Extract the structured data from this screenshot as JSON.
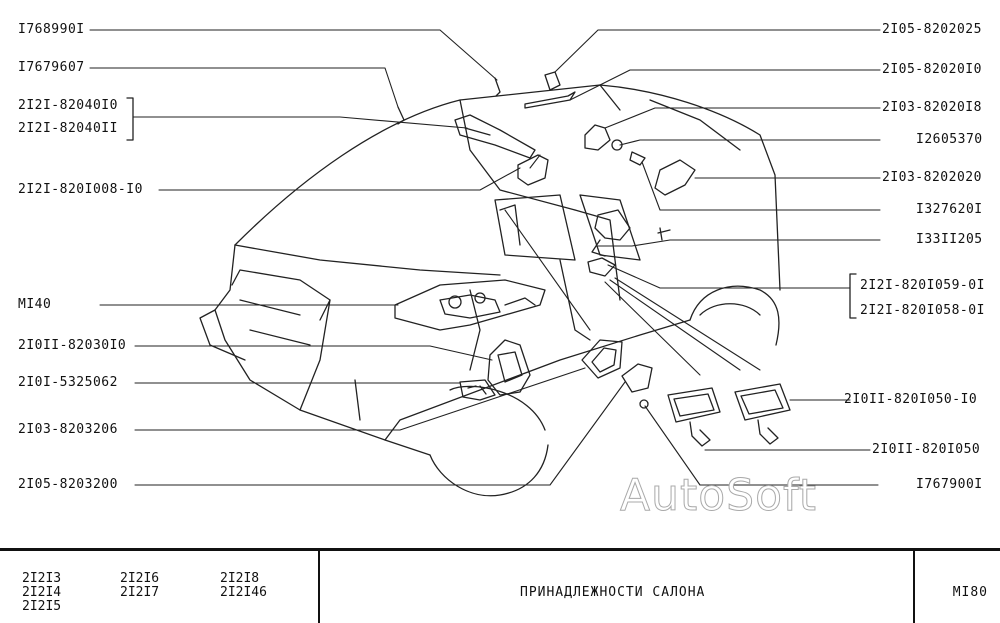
{
  "callouts_left": [
    {
      "id": "l1",
      "text": "I768990I"
    },
    {
      "id": "l2",
      "text": "I7679607"
    },
    {
      "id": "l3",
      "text": "2I2I-82040I0"
    },
    {
      "id": "l4",
      "text": "2I2I-82040II"
    },
    {
      "id": "l5",
      "text": "2I2I-820I008-I0"
    },
    {
      "id": "l6",
      "text": "MI40"
    },
    {
      "id": "l7",
      "text": "2I0II-82030I0"
    },
    {
      "id": "l8",
      "text": "2I0I-5325062"
    },
    {
      "id": "l9",
      "text": "2I03-8203206"
    },
    {
      "id": "l10",
      "text": "2I05-8203200"
    }
  ],
  "callouts_right": [
    {
      "id": "r1",
      "text": "2I05-8202025"
    },
    {
      "id": "r2",
      "text": "2I05-82020I0"
    },
    {
      "id": "r3",
      "text": "2I03-82020I8"
    },
    {
      "id": "r4",
      "text": "I2605370"
    },
    {
      "id": "r5",
      "text": "2I03-8202020"
    },
    {
      "id": "r6",
      "text": "I327620I"
    },
    {
      "id": "r7",
      "text": "I33II205"
    },
    {
      "id": "r8",
      "text": "2I2I-820I059-0I"
    },
    {
      "id": "r9",
      "text": "2I2I-820I058-0I"
    },
    {
      "id": "r10",
      "text": "2I0II-820I050-I0"
    },
    {
      "id": "r11",
      "text": "2I0II-820I050"
    },
    {
      "id": "r12",
      "text": "I767900I"
    }
  ],
  "watermark": "AutoSoft",
  "title_block": {
    "models": [
      "2I2I3",
      "2I2I4",
      "2I2I5",
      "2I2I6",
      "2I2I7",
      "2I2I8",
      "2I2I46"
    ],
    "title": "ПРИНАДЛЕЖНОСТИ  САЛОНА",
    "sheet": "MI80"
  }
}
